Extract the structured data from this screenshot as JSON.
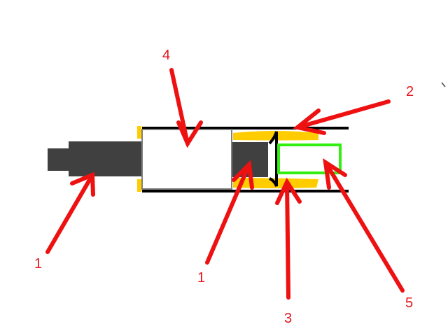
{
  "diagram": {
    "colors": {
      "arrow": "#ee1111",
      "rod": "#404040",
      "tube": "#000000",
      "highlight": "#ffcc00",
      "box5": "#33ee11"
    },
    "labels": [
      {
        "id": "label-1-left",
        "text": "1"
      },
      {
        "id": "label-1-middle",
        "text": "1"
      },
      {
        "id": "label-2",
        "text": "2"
      },
      {
        "id": "label-3",
        "text": "3"
      },
      {
        "id": "label-4",
        "text": "4"
      },
      {
        "id": "label-5",
        "text": "5"
      }
    ]
  }
}
